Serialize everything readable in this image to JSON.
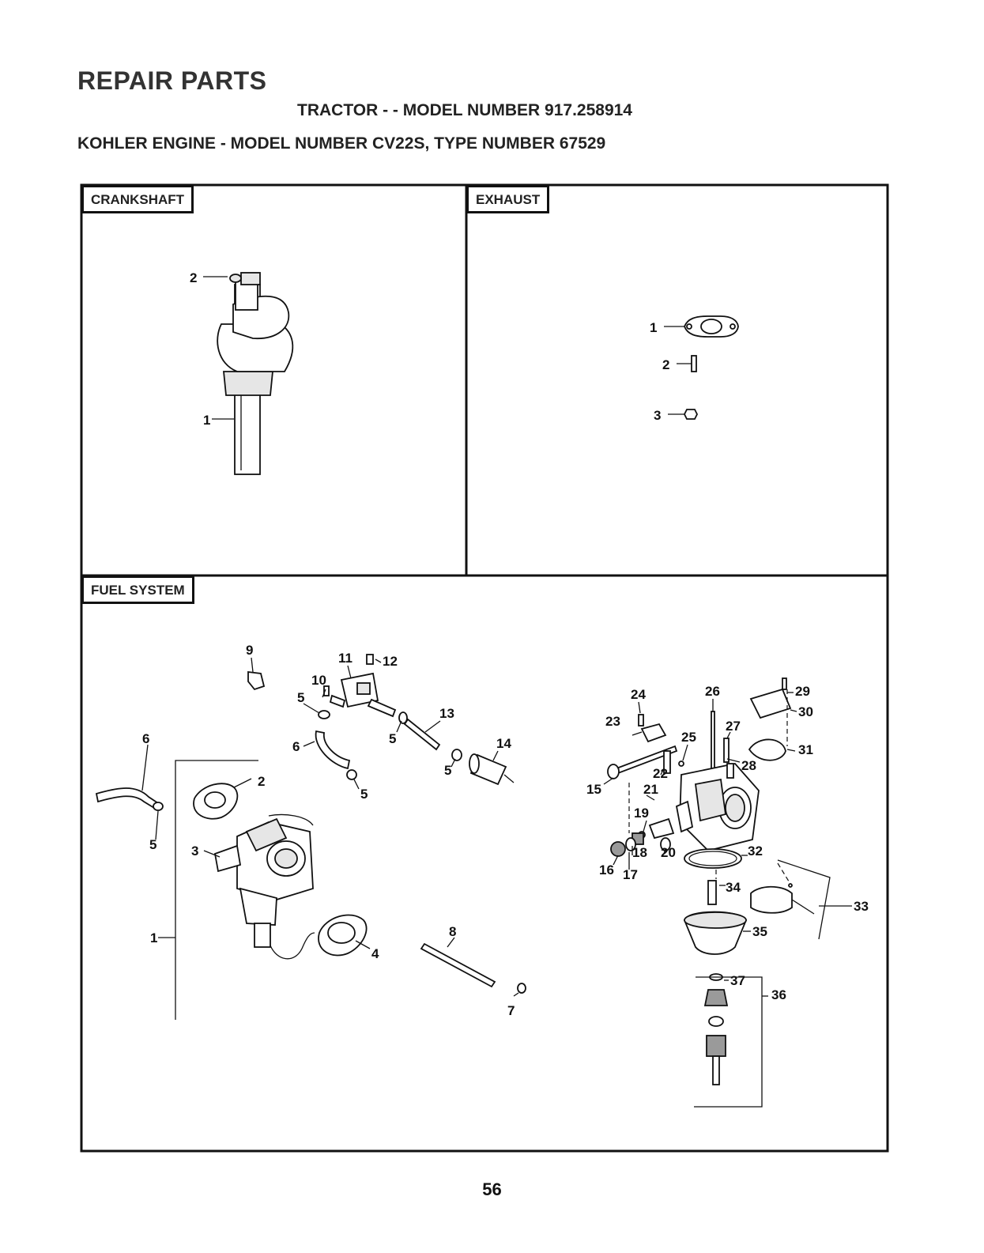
{
  "header": {
    "title": "REPAIR PARTS",
    "tractor_line": "TRACTOR - - MODEL NUMBER 917.258914",
    "engine_line": "KOHLER ENGINE - MODEL NUMBER CV22S, TYPE NUMBER 67529"
  },
  "sections": {
    "crankshaft": {
      "title": "CRANKSHAFT",
      "callouts": [
        "2",
        "1"
      ]
    },
    "exhaust": {
      "title": "EXHAUST",
      "callouts": [
        "1",
        "2",
        "3"
      ]
    },
    "fuel_system": {
      "title": "FUEL SYSTEM",
      "callouts": [
        "9",
        "11",
        "12",
        "10",
        "5",
        "13",
        "6",
        "5",
        "5",
        "14",
        "5",
        "6",
        "2",
        "5",
        "3",
        "1",
        "4",
        "8",
        "7",
        "24",
        "26",
        "29",
        "30",
        "23",
        "25",
        "27",
        "31",
        "22",
        "28",
        "15",
        "21",
        "19",
        "18",
        "20",
        "16",
        "17",
        "32",
        "34",
        "33",
        "35",
        "37",
        "36"
      ]
    }
  },
  "page_number": "56"
}
